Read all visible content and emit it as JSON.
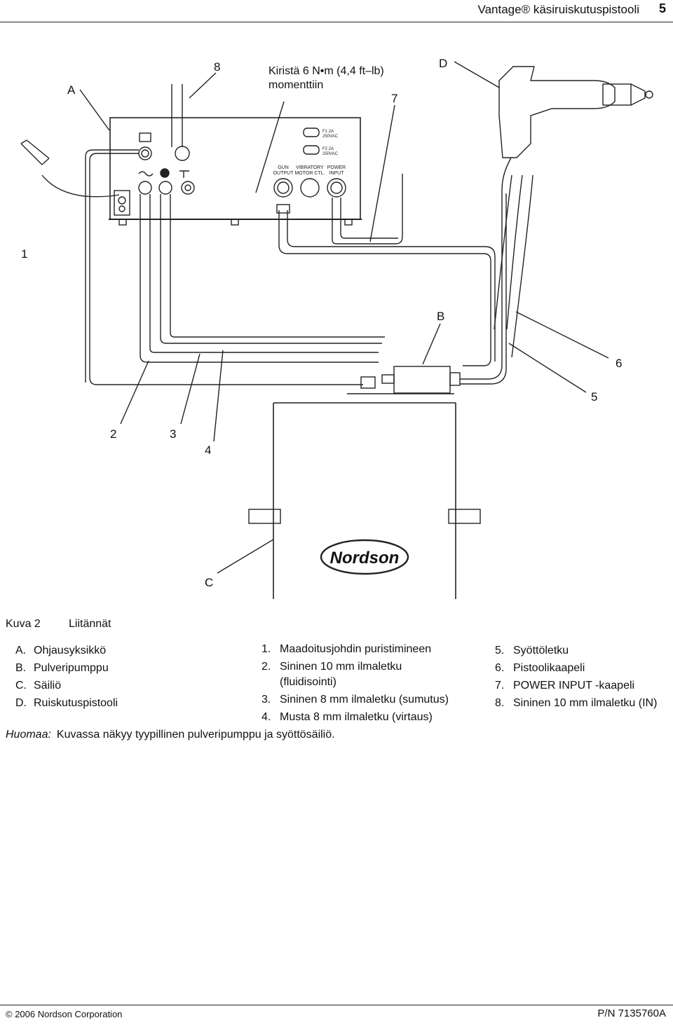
{
  "header": {
    "title": "Vantage® käsiruiskutuspistooli",
    "page": "5"
  },
  "figure": {
    "callouts": {
      "A": "A",
      "D": "D",
      "B": "B",
      "C": "C",
      "n1": "1",
      "n2": "2",
      "n3": "3",
      "n4": "4",
      "n5": "5",
      "n6": "6",
      "n7": "7",
      "n8": "8"
    },
    "torque_line1": "Kiristä 6 N•m (4,4 ft–lb)",
    "torque_line2": "momenttiin",
    "panel": {
      "fuse1_a": "F1 2A",
      "fuse1_b": "250VAC",
      "fuse2_a": "F2 2A",
      "fuse2_b": "250VAC",
      "gun_a": "GUN",
      "gun_b": "OUTPUT",
      "vib_a": "VIBRATORY",
      "vib_b": "MOTOR CTL.",
      "pow_a": "POWER",
      "pow_b": "INPUT"
    },
    "logo": "Nordson"
  },
  "caption": {
    "label": "Kuva 2",
    "title": "Liitännät"
  },
  "legend_letters": [
    {
      "key": "A.",
      "text": "Ohjausyksikkö"
    },
    {
      "key": "B.",
      "text": "Pulveripumppu"
    },
    {
      "key": "C.",
      "text": "Säiliö"
    },
    {
      "key": "D.",
      "text": "Ruiskutuspistooli"
    }
  ],
  "legend_numbers_1": [
    {
      "key": "1.",
      "text": "Maadoitusjohdin puristimineen",
      "cont": ""
    },
    {
      "key": "2.",
      "text": "Sininen 10 mm ilmaletku",
      "cont": "(fluidisointi)"
    },
    {
      "key": "3.",
      "text": "Sininen 8 mm ilmaletku (sumutus)",
      "cont": ""
    },
    {
      "key": "4.",
      "text": "Musta 8 mm ilmaletku (virtaus)",
      "cont": ""
    }
  ],
  "legend_numbers_2": [
    {
      "key": "5.",
      "text": "Syöttöletku"
    },
    {
      "key": "6.",
      "text": "Pistoolikaapeli"
    },
    {
      "key": "7.",
      "text": "POWER INPUT -kaapeli"
    },
    {
      "key": "8.",
      "text": "Sininen 10 mm ilmaletku (IN)"
    }
  ],
  "note": {
    "label": "Huomaa:",
    "text": "Kuvassa näkyy tyypillinen pulveripumppu ja syöttösäiliö."
  },
  "footer": {
    "copyright": "© 2006 Nordson Corporation",
    "part_number": "P/N 7135760A"
  }
}
